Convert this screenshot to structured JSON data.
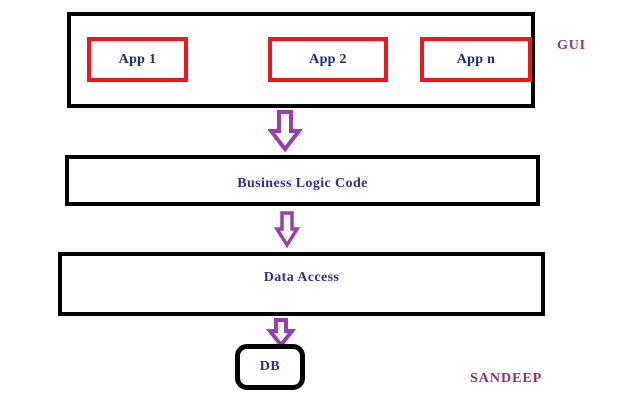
{
  "diagram": {
    "title_label": "GUI",
    "watermark": "SANDEEP",
    "gui_layer": {
      "name": "GUI",
      "apps": [
        {
          "label": "App 1"
        },
        {
          "label": "App 2"
        },
        {
          "label": "App n"
        }
      ]
    },
    "layers": [
      {
        "label": "Business Logic Code"
      },
      {
        "label": "Data Access"
      }
    ],
    "database": {
      "label": "DB"
    },
    "arrows": [
      {
        "name": "gui-to-business-logic",
        "direction": "down"
      },
      {
        "name": "business-logic-to-data-access",
        "direction": "down"
      },
      {
        "name": "data-access-to-db",
        "direction": "down"
      }
    ],
    "colors": {
      "app_border": "#e8191f",
      "layer_border": "#000000",
      "layer_text": "#2b2f9e",
      "app_text": "#1f2a7a",
      "label_text": "#8e3a7c",
      "arrow": "#9b3fa8",
      "background": "#ffffff"
    }
  }
}
